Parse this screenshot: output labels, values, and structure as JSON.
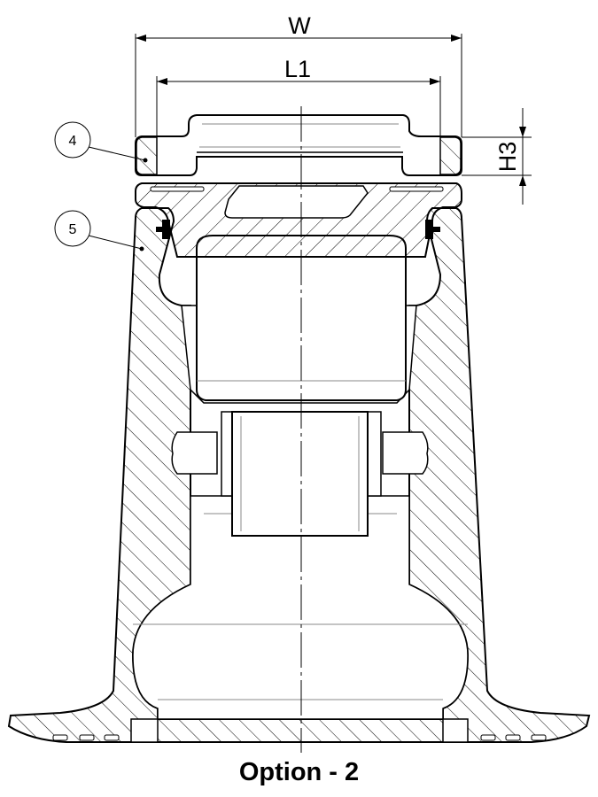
{
  "dimensions": {
    "width_label": "W",
    "l1_label": "L1",
    "h3_label": "H3"
  },
  "callouts": [
    {
      "number": "4"
    },
    {
      "number": "5"
    }
  ],
  "caption": "Option - 2",
  "colors": {
    "line": "#000000",
    "hidden": "#888888",
    "background": "#ffffff"
  }
}
